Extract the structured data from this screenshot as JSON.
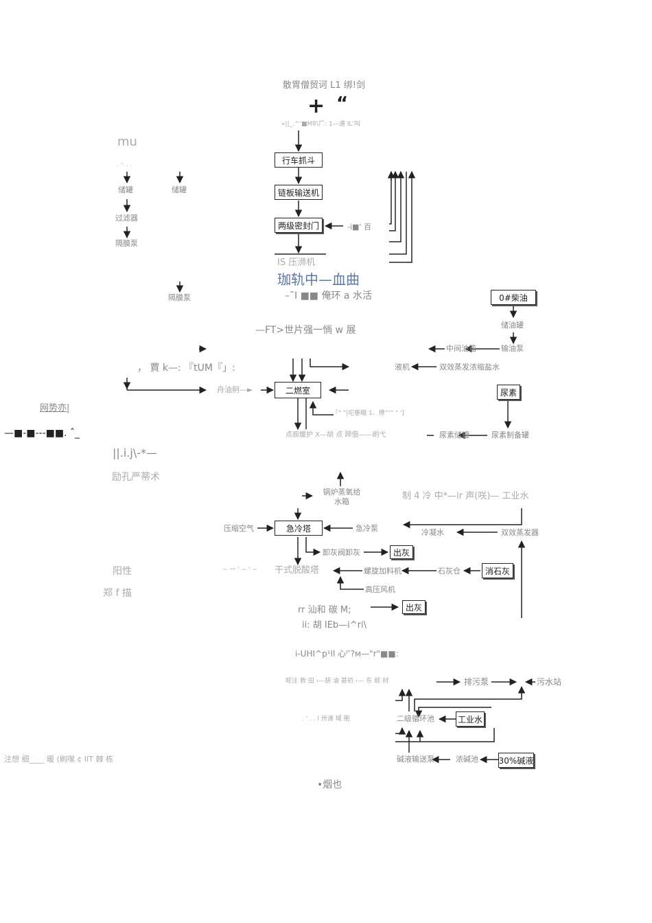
{
  "title": "散胃僧贸诃 L1 绑!剑",
  "plus_mark": "+",
  "quote_mark": "“",
  "top_note": "»||_.^'■M叭厂: 1—逋 IL'叫",
  "left": {
    "mu": "mu",
    "storage_tank": "储罐",
    "storage_tank2": "储罐",
    "filter": "过滤器",
    "diaphragm_pump": "隔膜泵",
    "diaphragm_pump2": "隔膜泵",
    "trend": "网势亦|",
    "dash_row": "—■-■---■■. ˆ_",
    "ij": "||.i.j\\-*—",
    "enc": "励孔严蒂术",
    "yangxing": "阳性",
    "zheng": "郑 f 描",
    "bottom_note": "注想 细____ 暖 (刷嘿 ¢ IIT 棘 栋"
  },
  "top_chain": {
    "crane": "行车抓斗",
    "chain_conveyor": "链板输送机",
    "double_door": "两级密封门",
    "side_label": "-i■' 百",
    "press_cut": "IS 压浉机",
    "blue_text": "珈轨中—血曲",
    "sub_line": "–˜I ■■ 俺环 a 水活",
    "ft_line": "—FT>世片强一惝 w 展",
    "mid_line": "，  賈 k—:  『tUM『」:",
    "oil_feed": "舟油舸—►"
  },
  "incinerator": {
    "secondary": "二燃室",
    "bracket_note": "『\"  \"|坨垂瞄 1、撩\"\"\"  \"  ']",
    "boiler_line": "点痂媛护 X—胡 点 蹄佃——刷弋"
  },
  "right_chain": {
    "oil0": "0#柴油",
    "oil_tank": "储油罐",
    "oil_pump": "输油泵",
    "middle_tank": "中间油箱",
    "pump_cut": "液机",
    "double_effect_water": "双效蒸发浓缩盐水",
    "urea": "尿素",
    "urea_tank": "尿素储罐",
    "urea_prep": "尿素制备罐"
  },
  "quench": {
    "boiler_water": "锅炉蒸氧给水箱",
    "industrial_water": "制 4 冷 中*—ir 声(咲)— 工业水",
    "compressed_air": "压缩空气",
    "quench_tower": "急冷塔",
    "quench_pump": "急冷泵",
    "condensate": "冷凝水",
    "double_evaporator": "双效蒸发器",
    "ash_valve": "卸灰阀卸灰",
    "ash_out": "出灰",
    "dry_tower": "干式脱酸塔",
    "left_stub": "~ 一 ' ~ ' ~",
    "screw_feeder": "螺旋加料机",
    "lime_silo": "石灰仓",
    "slaked_lime": "消石灰",
    "high_pressure_fan": "高压风机",
    "ash_out2": "出灰",
    "bag_label": "rr 汕和 碳 M;",
    "hu_label": "ii:  胡 IEb—i^ri\\",
    "uhl_line": "i-UHI^p¹Il 心ˡ″?м—\"r\"■■:",
    "dot_line": ". '  .  . l 卅滴 堿 刪",
    "stack_line": "呢注 救 田 ‹—胡 油 甚初 ‹— 东 顺 材"
  },
  "wastewater": {
    "sewage_pump": "排污泵",
    "sewage_station": "污水站",
    "secondary_circ": "二级循环池",
    "industrial_water": "工业水",
    "alkali_pump": "碱液输送泵",
    "alkali_tank": "浓碱池",
    "naoh30": "30%碱液"
  },
  "footer": "•烟也"
}
